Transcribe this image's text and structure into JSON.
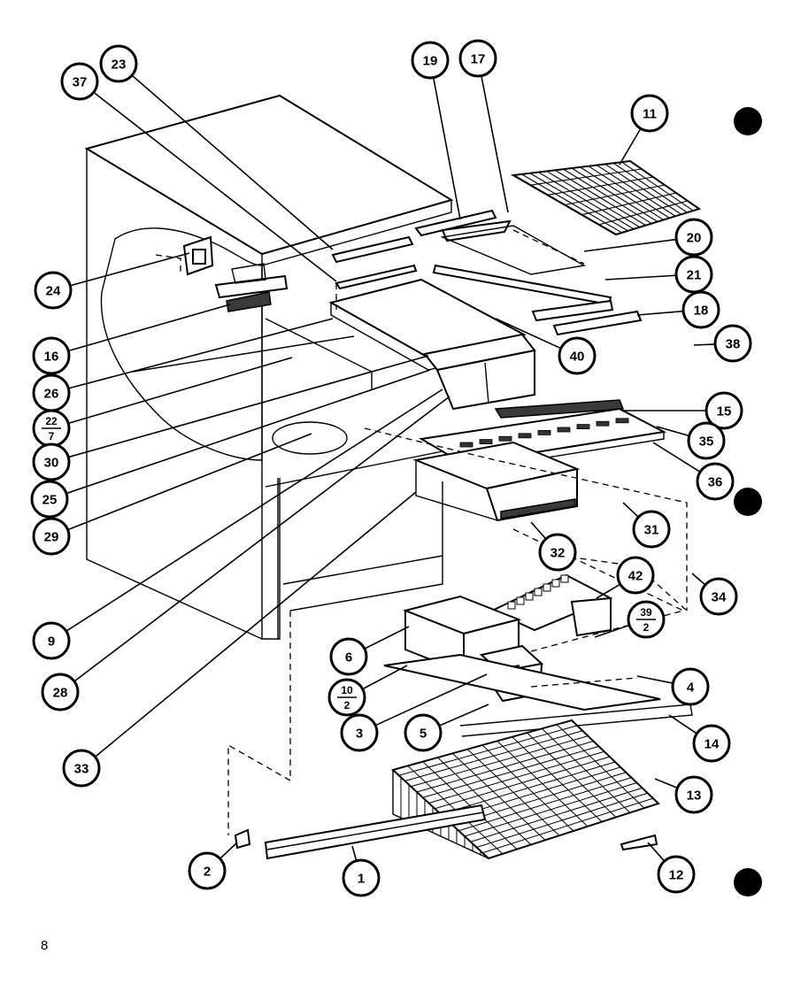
{
  "page": {
    "number": "8"
  },
  "callouts": [
    {
      "id": "c1",
      "label": "1"
    },
    {
      "id": "c2",
      "label": "2"
    },
    {
      "id": "c3",
      "label": "3"
    },
    {
      "id": "c4",
      "label": "4"
    },
    {
      "id": "c5",
      "label": "5"
    },
    {
      "id": "c6",
      "label": "6"
    },
    {
      "id": "c9",
      "label": "9"
    },
    {
      "id": "c10-2",
      "label": "10",
      "sub": "2"
    },
    {
      "id": "c11",
      "label": "11"
    },
    {
      "id": "c12",
      "label": "12"
    },
    {
      "id": "c13",
      "label": "13"
    },
    {
      "id": "c14",
      "label": "14"
    },
    {
      "id": "c15",
      "label": "15"
    },
    {
      "id": "c16",
      "label": "16"
    },
    {
      "id": "c17",
      "label": "17"
    },
    {
      "id": "c18",
      "label": "18"
    },
    {
      "id": "c19",
      "label": "19"
    },
    {
      "id": "c20",
      "label": "20"
    },
    {
      "id": "c21",
      "label": "21"
    },
    {
      "id": "c22-7",
      "label": "22",
      "sub": "7"
    },
    {
      "id": "c23",
      "label": "23"
    },
    {
      "id": "c24",
      "label": "24"
    },
    {
      "id": "c25",
      "label": "25"
    },
    {
      "id": "c26",
      "label": "26"
    },
    {
      "id": "c28",
      "label": "28"
    },
    {
      "id": "c29",
      "label": "29"
    },
    {
      "id": "c30",
      "label": "30"
    },
    {
      "id": "c31",
      "label": "31"
    },
    {
      "id": "c32",
      "label": "32"
    },
    {
      "id": "c33",
      "label": "33"
    },
    {
      "id": "c34",
      "label": "34"
    },
    {
      "id": "c35",
      "label": "35"
    },
    {
      "id": "c36",
      "label": "36"
    },
    {
      "id": "c37",
      "label": "37"
    },
    {
      "id": "c38",
      "label": "38"
    },
    {
      "id": "c39-2",
      "label": "39",
      "sub": "2"
    },
    {
      "id": "c40",
      "label": "40"
    },
    {
      "id": "c42",
      "label": "42"
    }
  ]
}
